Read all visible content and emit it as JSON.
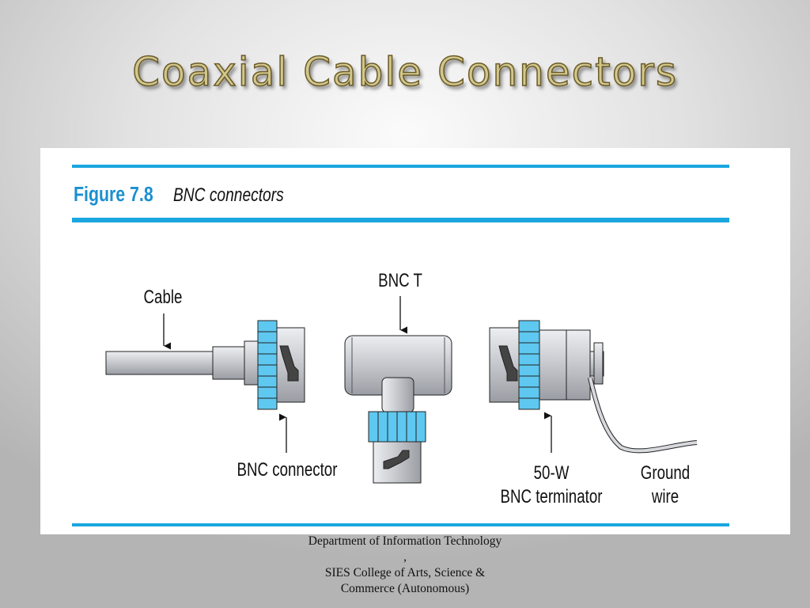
{
  "slide": {
    "title": "Coaxial Cable Connectors"
  },
  "figure": {
    "number": "Figure 7.8",
    "caption": "BNC connectors",
    "labels": {
      "cable": "Cable",
      "bnc_t": "BNC T",
      "bnc_connector": "BNC connector",
      "terminator_line1": "50-W",
      "terminator_line2": "BNC terminator",
      "ground_line1": "Ground",
      "ground_line2": "wire"
    },
    "colors": {
      "accent_blue": "#1aa6df",
      "ring_blue": "#5ec8f0",
      "metal_gray": "#c9cbd0"
    }
  },
  "footer": {
    "line1": "Department of Information Technology",
    "line2": ",",
    "line3": "SIES College of Arts, Science &",
    "line4": "Commerce (Autonomous)"
  }
}
